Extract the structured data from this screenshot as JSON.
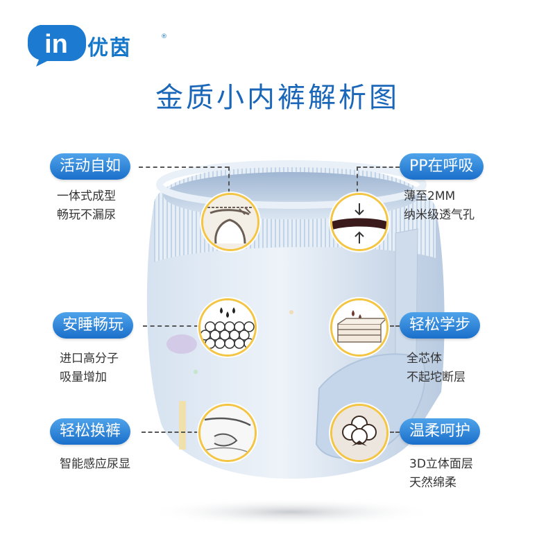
{
  "brand": {
    "logo_mark": "in",
    "name": "优茵",
    "registered": "®"
  },
  "title": "金质小内裤解析图",
  "features": [
    {
      "label": "活动自如",
      "lines": [
        "一体式成型",
        "畅玩不漏尿"
      ],
      "icon": "waistband-fit-icon"
    },
    {
      "label": "PP在呼吸",
      "lines": [
        "薄至2MM",
        "纳米级透气孔"
      ],
      "icon": "breathable-layer-icon"
    },
    {
      "label": "安睡畅玩",
      "lines": [
        "进口高分子",
        "吸量增加"
      ],
      "icon": "absorbent-core-icon"
    },
    {
      "label": "轻松学步",
      "lines": [
        "全芯体",
        "不起坨断层"
      ],
      "icon": "layered-core-icon"
    },
    {
      "label": "轻松换裤",
      "lines": [
        "智能感应尿显"
      ],
      "icon": "wetness-indicator-icon"
    },
    {
      "label": "温柔呵护",
      "lines": [
        "3D立体面层",
        "天然绵柔"
      ],
      "icon": "cotton-icon"
    }
  ],
  "colors": {
    "brand_blue": "#1577c9",
    "pill_top": "#4fa3ea",
    "pill_bottom": "#1a6fca",
    "circle_border": "#f4c543",
    "diaper_blue": "#c9d9ec"
  }
}
